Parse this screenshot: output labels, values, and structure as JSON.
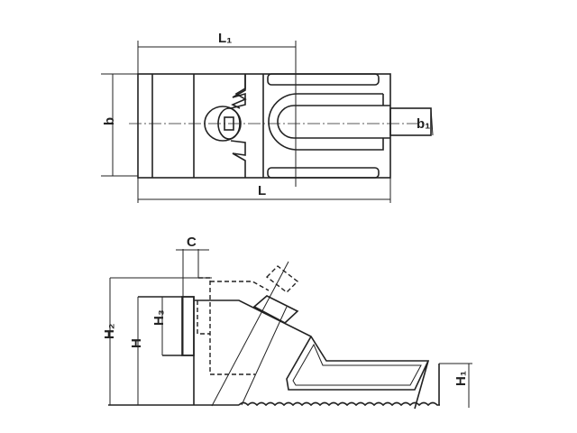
{
  "title": "Clamp (wedge strap) drawing",
  "top_view": {
    "labels": {
      "L1": "L₁",
      "L": "L",
      "b": "b",
      "b1": "b₁"
    }
  },
  "side_view": {
    "labels": {
      "C": "C",
      "H2": "H₂",
      "H": "H",
      "H3": "H₃",
      "H1": "H₁"
    }
  }
}
